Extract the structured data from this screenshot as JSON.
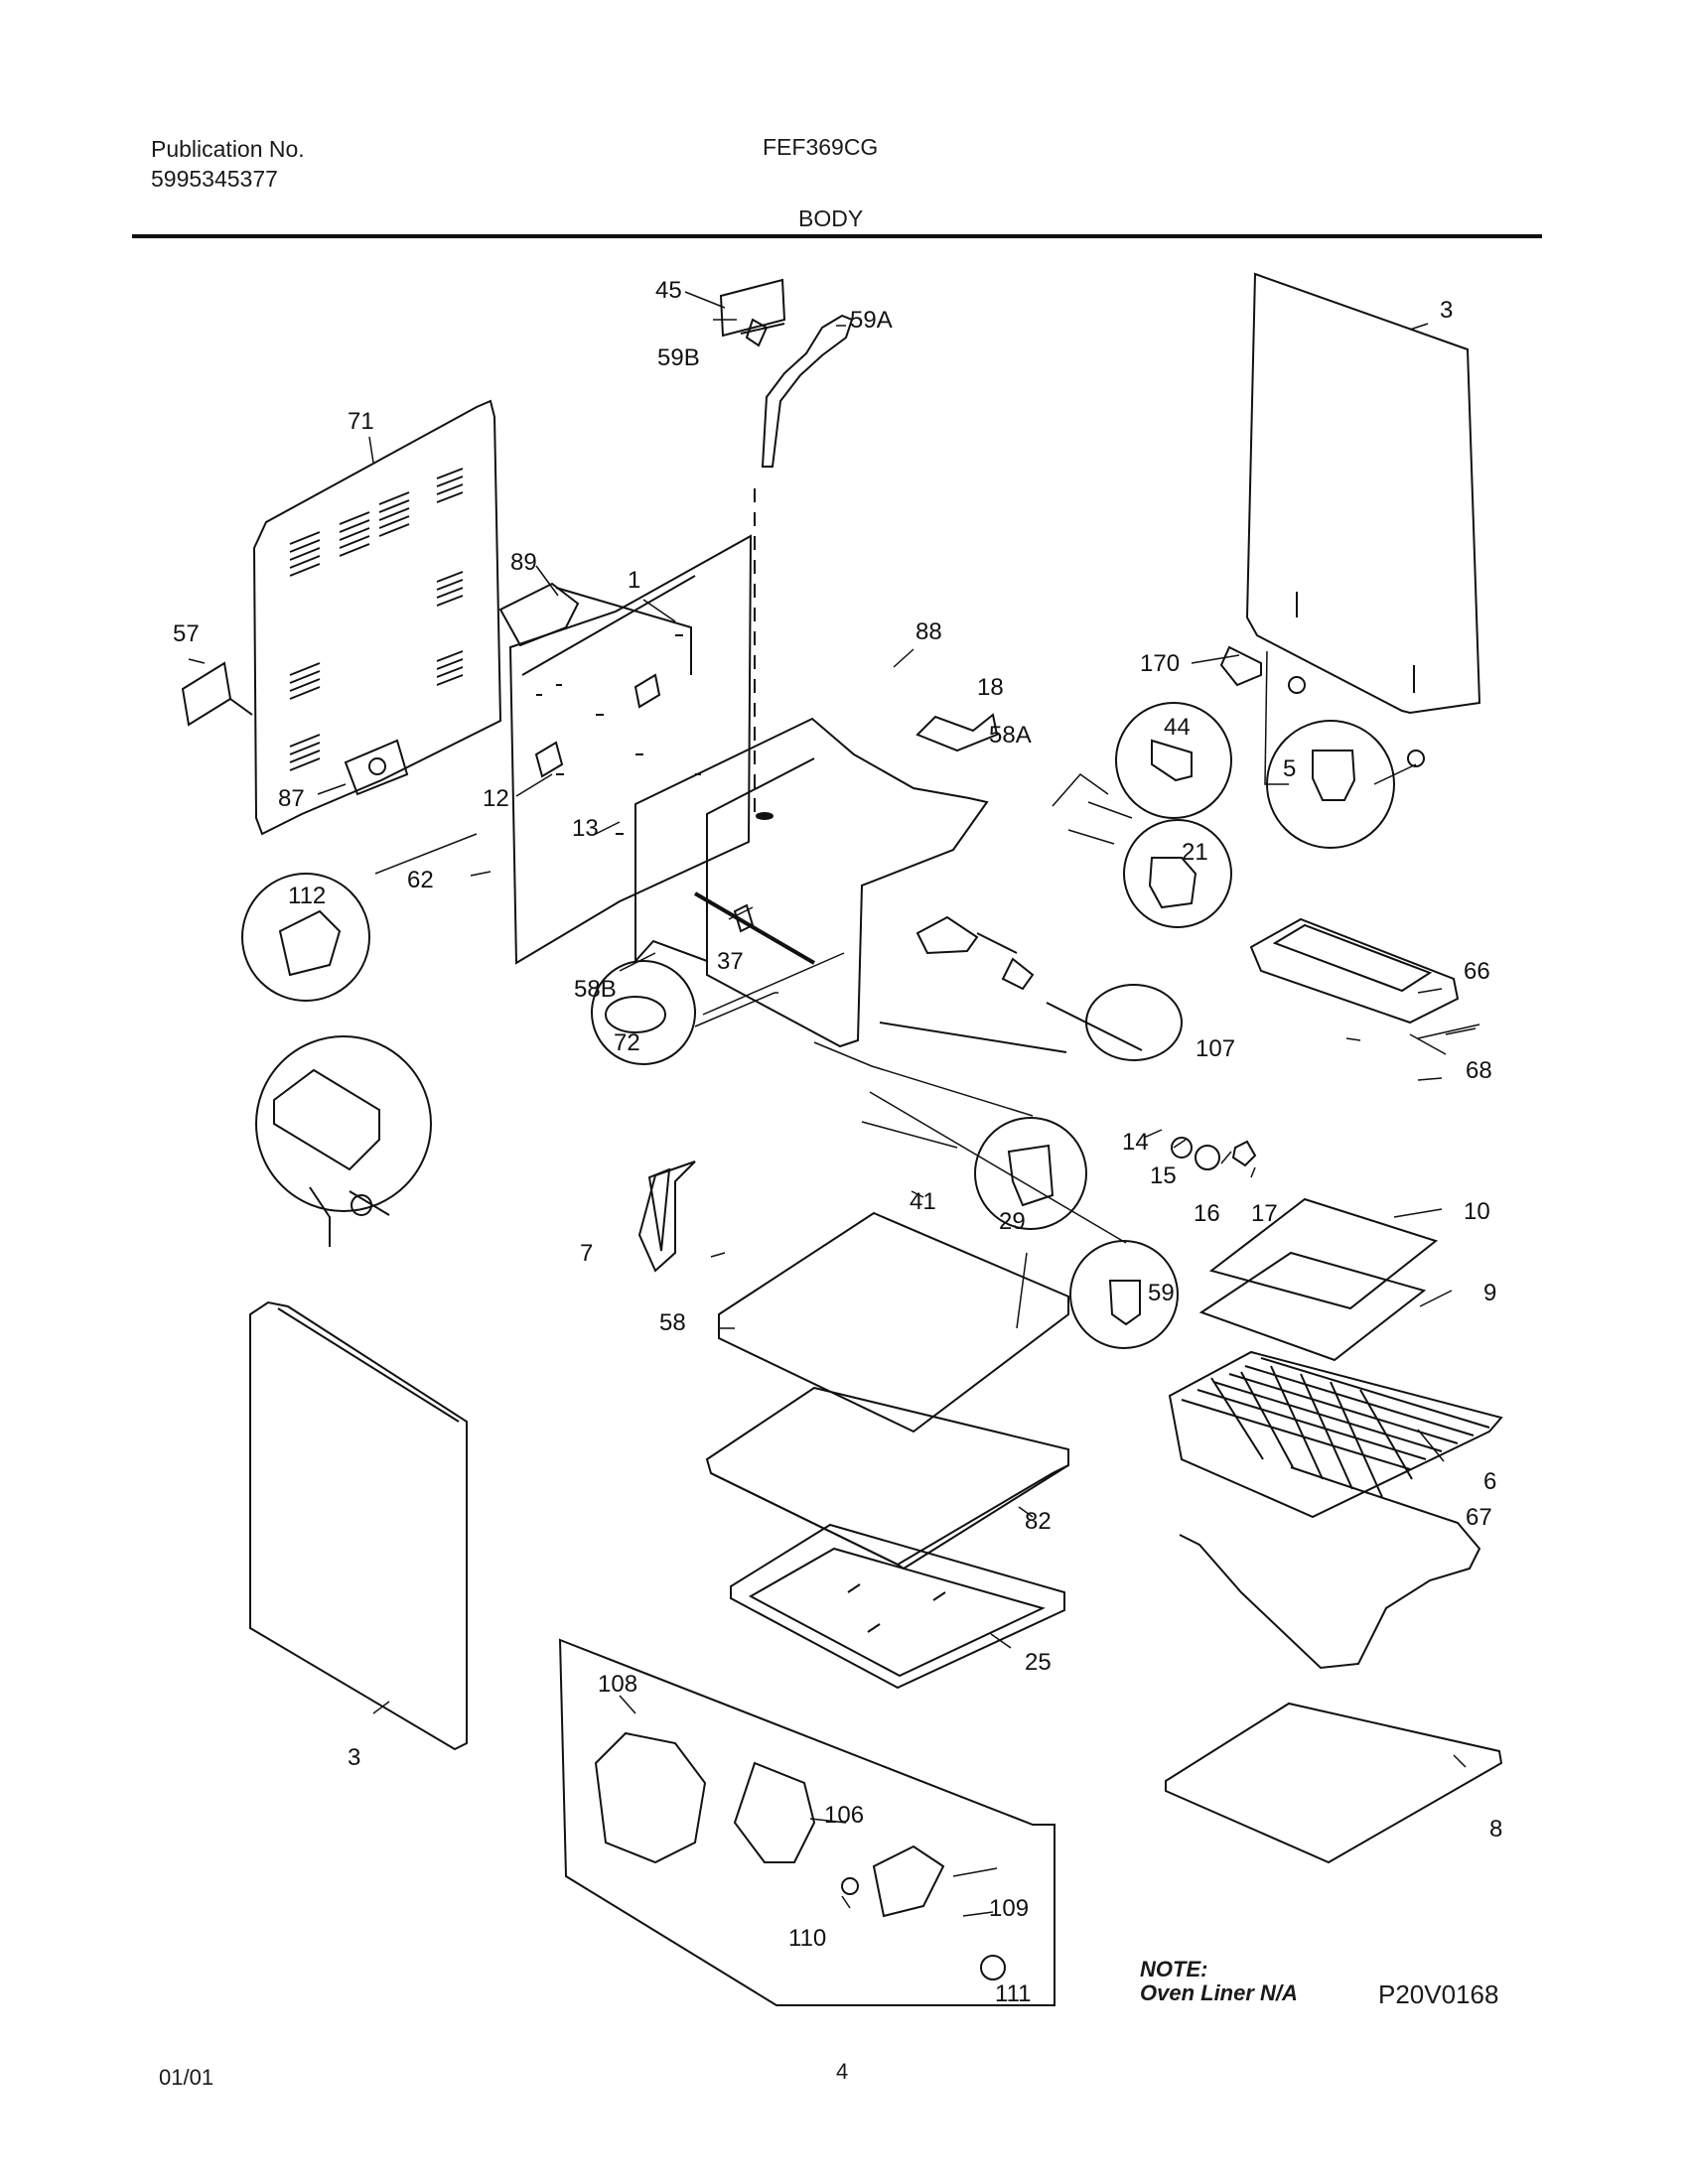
{
  "header": {
    "publication_label": "Publication No.",
    "publication_number": "5995345377",
    "model": "FEF369CG",
    "section": "BODY"
  },
  "parts": [
    "45",
    "59A",
    "59B",
    "3",
    "71",
    "89",
    "1",
    "57",
    "88",
    "18",
    "58A",
    "170",
    "44",
    "5",
    "87",
    "12",
    "13",
    "21",
    "62",
    "112",
    "37",
    "58B",
    "66",
    "107",
    "72",
    "68",
    "14",
    "15",
    "16",
    "17",
    "41",
    "29",
    "10",
    "7",
    "58",
    "59",
    "9",
    "6",
    "82",
    "67",
    "25",
    "108",
    "106",
    "109",
    "110",
    "111",
    "8"
  ],
  "note": {
    "title": "NOTE:",
    "text": "Oven Liner N/A"
  },
  "drawing_code": "P20V0168",
  "footer": {
    "date": "01/01",
    "page": "4"
  }
}
